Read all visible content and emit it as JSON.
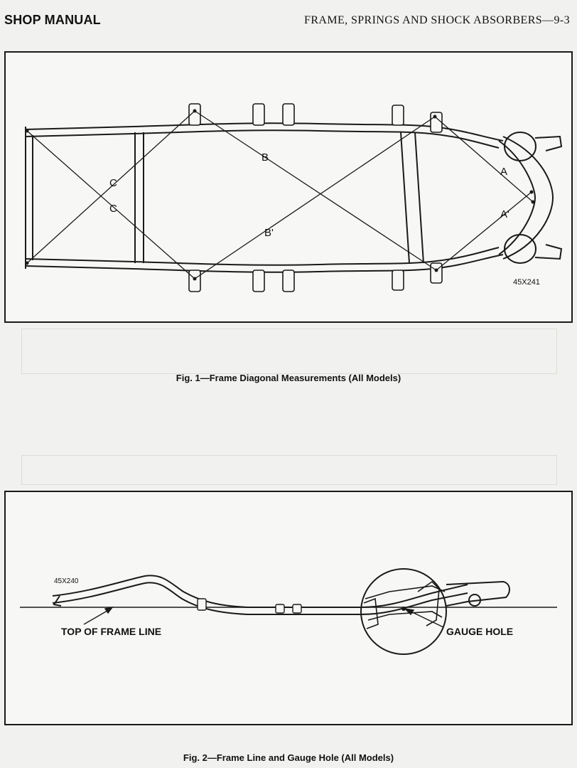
{
  "header": {
    "left": "SHOP MANUAL",
    "right": "FRAME, SPRINGS AND SHOCK ABSORBERS—9-3"
  },
  "figure1": {
    "code": "45X241",
    "labels": {
      "a": "A",
      "a_prime": "A'",
      "b": "B",
      "b_prime": "B'",
      "c_upper": "C",
      "c_lower": "C"
    },
    "caption": "Fig. 1—Frame Diagonal Measurements (All Models)"
  },
  "figure2": {
    "code": "45X240",
    "label_top_of_frame_line": "TOP OF FRAME LINE",
    "label_gauge_hole": "GAUGE HOLE",
    "caption": "Fig. 2—Frame Line and Gauge Hole (All Models)"
  }
}
